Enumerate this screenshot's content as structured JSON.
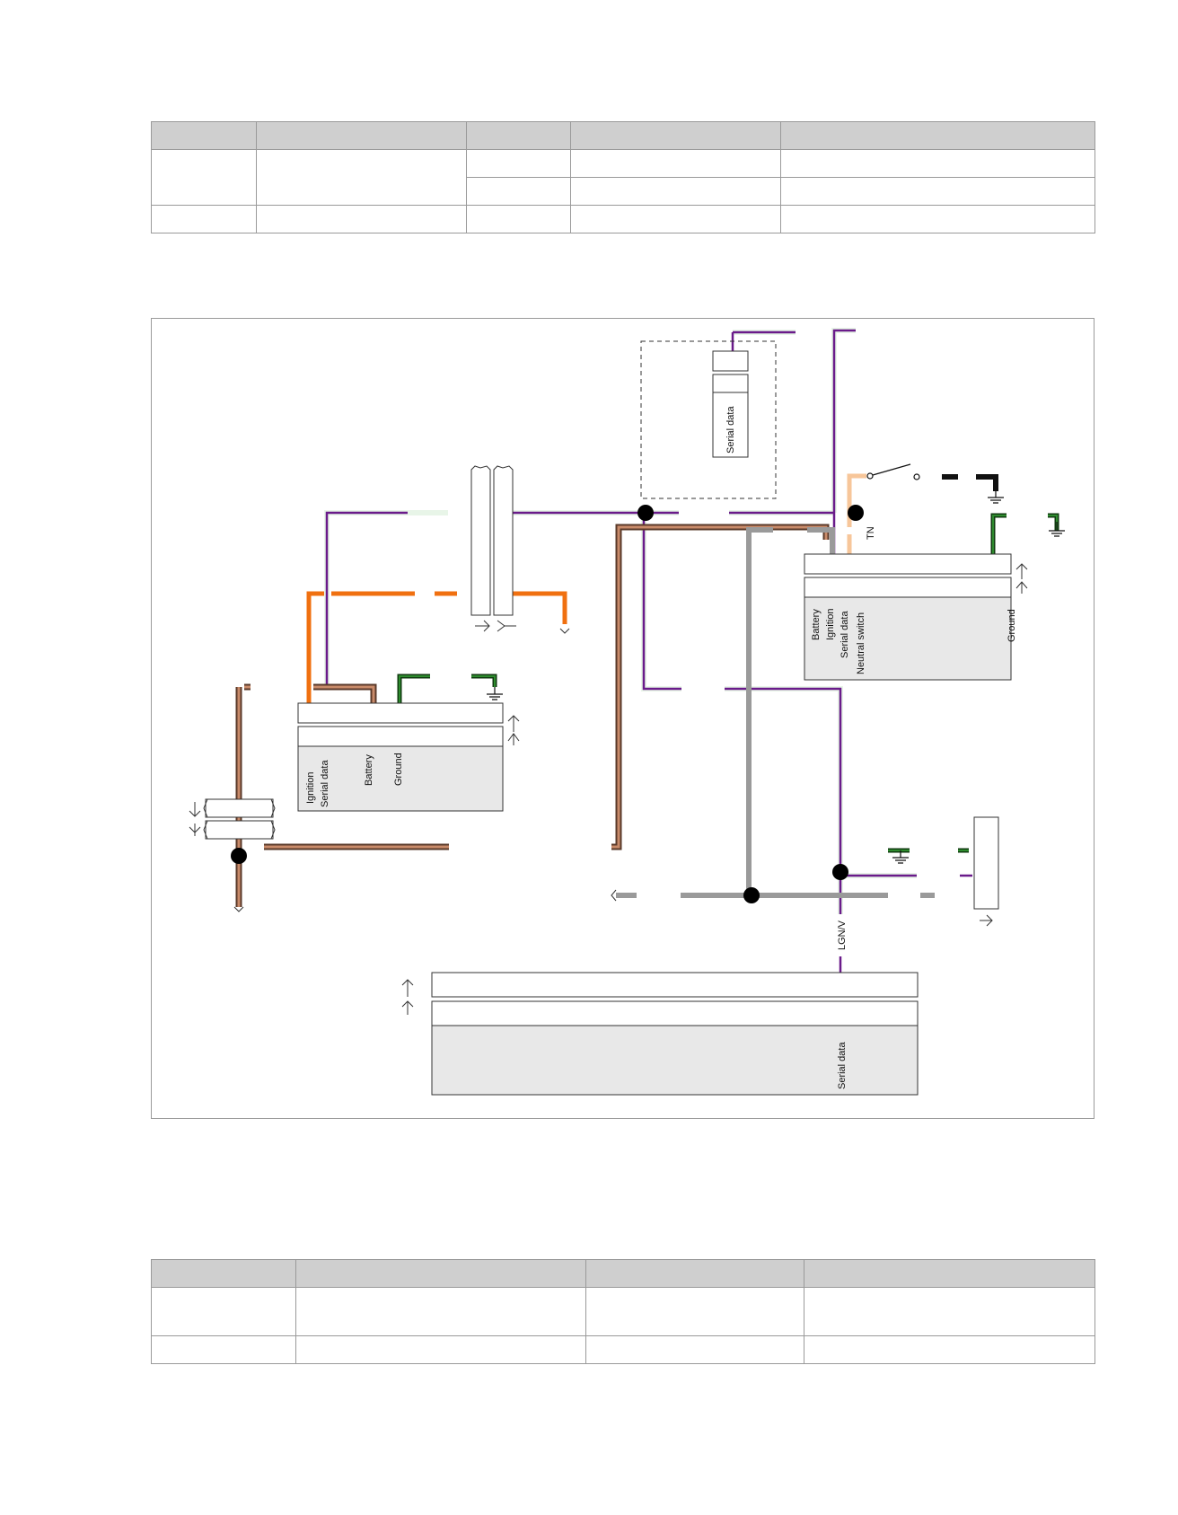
{
  "diagram": {
    "labels": {
      "serial_data_top": "Serial data",
      "tn": "TN",
      "lgn_v": "LGN/V",
      "left_ignition": "Ignition",
      "left_serial_data": "Serial data",
      "left_battery": "Battery",
      "left_ground": "Ground",
      "right_battery": "Battery",
      "right_ignition": "Ignition",
      "right_serial_data": "Serial data",
      "right_neutral_switch": "Neutral switch",
      "right_ground": "Ground",
      "bottom_serial_data": "Serial data"
    },
    "wire_colors": {
      "serial_data": "#6a1b8a",
      "ignition_brown": "#8b5a3c",
      "battery_orange": "#f07010",
      "ground_green": "#1a6e1a",
      "ground_black": "#111111",
      "shield_gray": "#9a9a9a",
      "neutral_switch": "#f7c69a"
    }
  }
}
